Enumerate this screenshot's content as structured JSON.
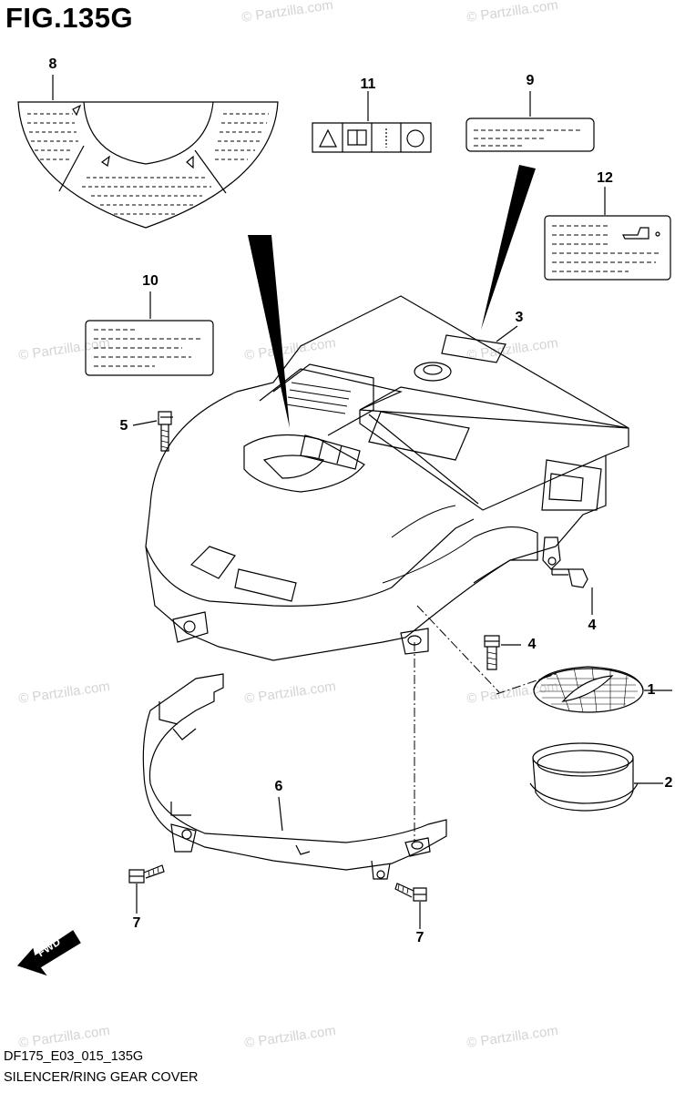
{
  "figure": {
    "title": "FIG.135G"
  },
  "callouts": [
    "1",
    "2",
    "3",
    "4",
    "4",
    "5",
    "6",
    "7",
    "7",
    "8",
    "9",
    "10",
    "11",
    "12"
  ],
  "watermark": "© Partzilla.com",
  "fwd_label": "FWD",
  "footer": {
    "code": "DF175_E03_015_135G",
    "caption": "SILENCER/RING GEAR COVER"
  }
}
